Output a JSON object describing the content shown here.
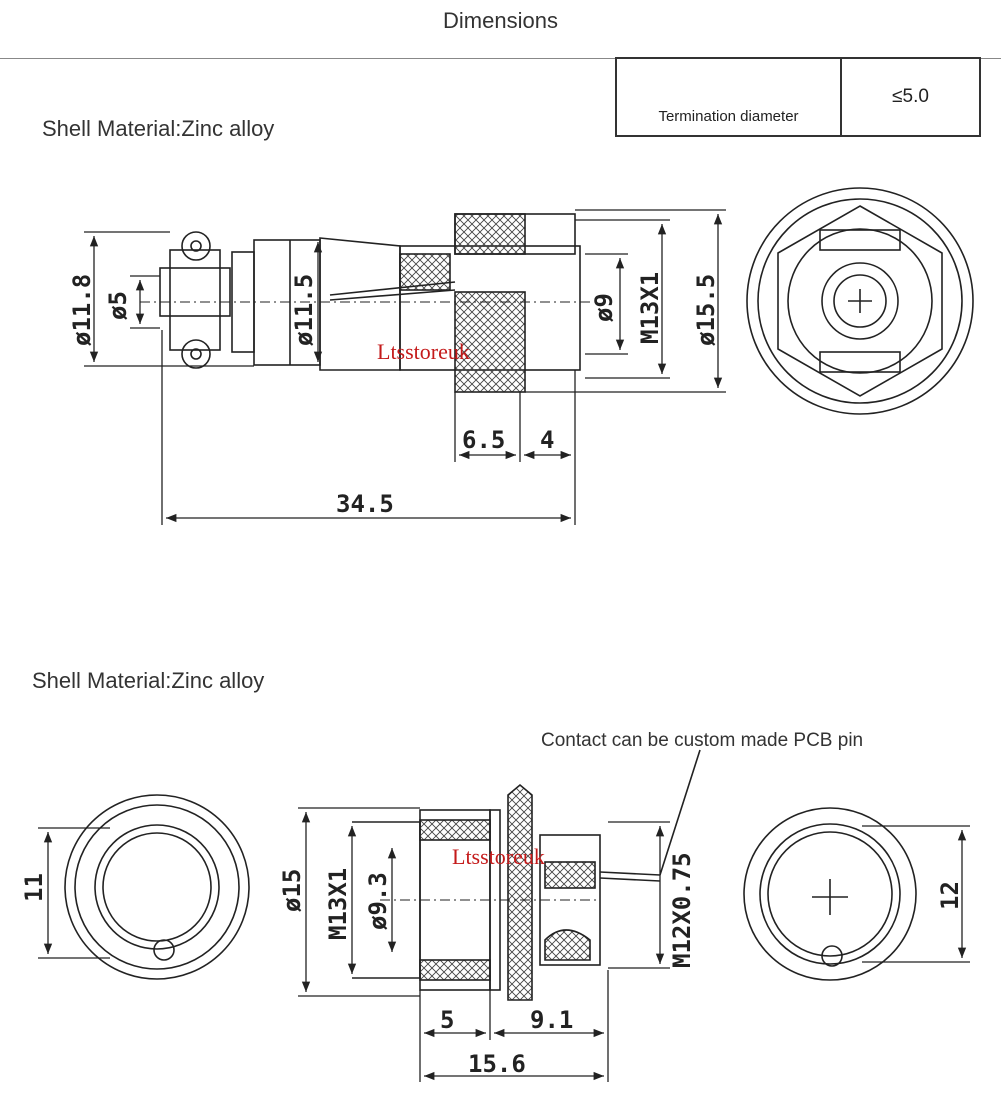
{
  "header": {
    "title": "Dimensions"
  },
  "termination": {
    "label": "Termination diameter",
    "value": "≤5.0"
  },
  "plug": {
    "material": "Shell Material:Zinc alloy",
    "dims": {
      "d11_8": "ø11.8",
      "d5": "ø5",
      "d11_5": "ø11.5",
      "d9": "ø9",
      "m13": "M13X1",
      "d15_5": "ø15.5",
      "l6_5": "6.5",
      "l4": "4",
      "l34_5": "34.5"
    }
  },
  "socket": {
    "material": "Shell Material:Zinc alloy",
    "note": "Contact can be custom made PCB pin",
    "dims": {
      "h11": "11",
      "d15": "ø15",
      "m13": "M13X1",
      "d9_3": "ø9.3",
      "m12": "M12X0.75",
      "h12": "12",
      "l5": "5",
      "l9_1": "9.1",
      "l15_6": "15.6"
    }
  },
  "watermark": "Ltsstoreuk"
}
